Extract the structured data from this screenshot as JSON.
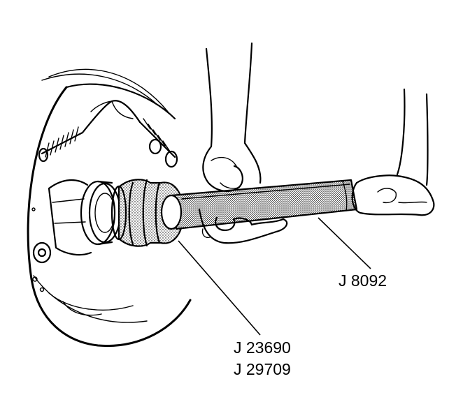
{
  "callouts": {
    "handle_tool": "J 8092",
    "installer_tool_1": "J 23690",
    "installer_tool_2": "J 29709"
  },
  "colors": {
    "ink": "#000000",
    "paper": "#ffffff",
    "stipple": "#000000"
  }
}
